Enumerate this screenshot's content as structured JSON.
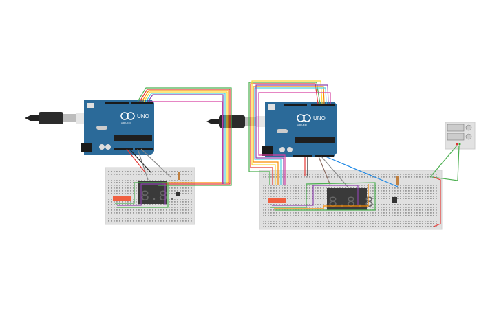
{
  "canvas": {
    "background": "#ffffff"
  },
  "components": {
    "arduino_1": {
      "brand": "ARDUINO",
      "model": "UNO",
      "color": "#2b6a99"
    },
    "arduino_2": {
      "brand": "ARDUINO",
      "model": "UNO",
      "color": "#2b6a99"
    },
    "display_1": {
      "digits": 2,
      "color": "#3a3a3a"
    },
    "display_2": {
      "digits": 3,
      "color": "#3a3a3a"
    },
    "breadboard_color": "#e0e0e0",
    "power_supply": {
      "color": "#e2e2e2"
    }
  },
  "wire_colors": [
    "#4caf50",
    "#e53935",
    "#fb8c00",
    "#fdd835",
    "#4dd0e1",
    "#8e44ad",
    "#d63fa0",
    "#888888",
    "#222222",
    "#1e88e5",
    "#8d6e63"
  ]
}
